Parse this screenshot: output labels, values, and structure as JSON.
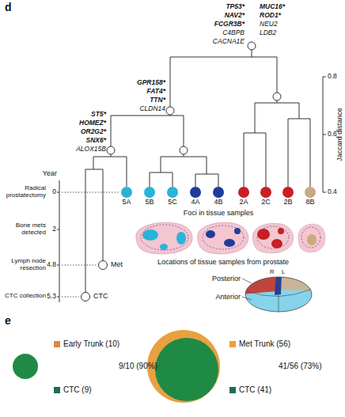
{
  "diagram": {
    "nodes": [
      {
        "text": [
          "5A"
        ]
      },
      {
        "text": [
          "5B"
        ]
      },
      {
        "text": [
          "5C"
        ]
      },
      {
        "text": [
          "4A"
        ]
      },
      {
        "text": [
          "4B"
        ]
      },
      {
        "text": [
          "2A"
        ]
      },
      {
        "text": [
          "2C"
        ]
      },
      {
        "text": [
          "2B"
        ]
      },
      {
        "text": [
          "8B"
        ]
      },
      {
        "text": [
          "Met"
        ]
      },
      {
        "text": [
          "CTC"
        ]
      }
    ],
    "labels": [
      "d",
      "TP53*",
      "NAV2*",
      "FCGR3B*",
      "C4BPB",
      "CACNA1E",
      "MUC16*",
      "ROD1*",
      "NEU2",
      "LDB2",
      "GPR158*",
      "FAT4*",
      "TTN*",
      "CLDN14",
      "ST5*",
      "HOMEZ*",
      "OR2G2*",
      "SNX6*",
      "ALOX15B",
      "0.8",
      "0.6",
      "0.4",
      "Jaccard distance",
      "Year",
      "Radical prostatectomy",
      "0",
      "Bone mets detected",
      "2",
      "Lymph node resection",
      "4.8",
      "CTC collection",
      "5.3",
      "Foci in tissue samples",
      "Locations of tissue samples from prostate",
      "R",
      "L",
      "Posterior",
      "Anterior",
      "e",
      "9/10 (90%)",
      "41/56 (73%)"
    ],
    "legend": [
      {
        "text": "Early Trunk (10)",
        "color": "#e0873a"
      },
      {
        "text": "CTC (9)",
        "color": "#1f6e4c"
      },
      {
        "text": "Met Trunk (56)",
        "color": "#e8a040"
      },
      {
        "text": "CTC (41)",
        "color": "#1f6e4c"
      }
    ]
  }
}
